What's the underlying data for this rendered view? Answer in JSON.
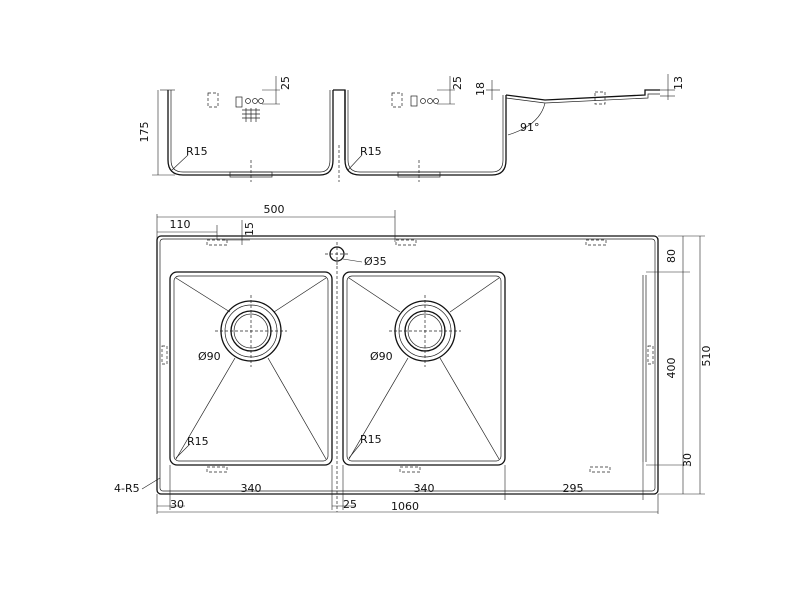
{
  "side_view": {
    "height": "175",
    "depth_offset_1": "25",
    "depth_offset_2": "25",
    "drain_height": "18",
    "flange_height": "13",
    "angle": "91°",
    "radius_left": "R15",
    "radius_right": "R15"
  },
  "top_view": {
    "width_partial": "500",
    "offset_left": "110",
    "offset_top": "15",
    "tap_hole": "Ø35",
    "drain_left": "Ø90",
    "drain_right": "Ø90",
    "radius_left": "R15",
    "radius_right": "R15",
    "corner_radius": "4-R5",
    "bowl_left_width": "340",
    "bowl_right_width": "340",
    "drainboard_width": "295",
    "edge_left": "30",
    "divider": "25",
    "total_width": "1060",
    "top_margin": "80",
    "bowl_depth": "400",
    "total_depth": "510",
    "bottom_margin": "30"
  }
}
